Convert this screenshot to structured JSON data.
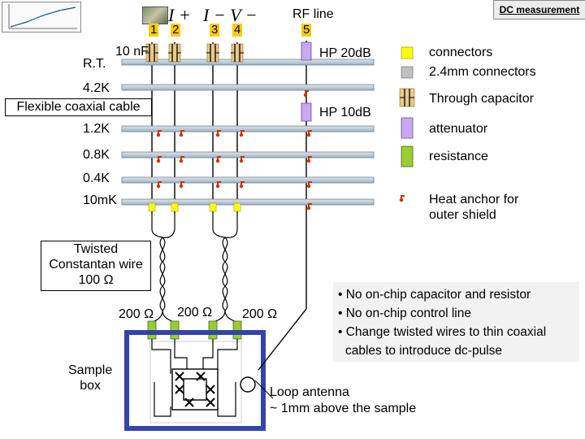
{
  "header": {
    "dc_measurement": "DC measurement",
    "rf_line": "RF line",
    "formula_i": "I +",
    "formula_iv": "I − V −",
    "line_numbers": [
      "1",
      "2",
      "3",
      "4",
      "5"
    ]
  },
  "stages": {
    "room_temp": "R.T.",
    "k42": "4.2K",
    "k12": "1.2K",
    "k08": "0.8K",
    "k04": "0.4K",
    "mk10": "10mK"
  },
  "labels": {
    "cap_value": "10 nF",
    "flex_cable": "Flexible coaxial cable",
    "hp20": "HP 20dB",
    "hp10": "HP 10dB",
    "twisted": [
      "Twisted",
      "Constantan wire",
      "100 Ω"
    ],
    "r200": "200 Ω",
    "sample_box": [
      "Sample",
      "box"
    ],
    "loop_antenna": [
      "Loop antenna",
      "~ 1mm above the sample"
    ]
  },
  "legend": [
    {
      "icon": "connector-yellow",
      "label": "connectors"
    },
    {
      "icon": "connector-gray",
      "label": "2.4mm connectors"
    },
    {
      "icon": "through-capacitor",
      "label": "Through capacitor"
    },
    {
      "icon": "attenuator",
      "label": "attenuator"
    },
    {
      "icon": "resistance",
      "label": "resistance"
    },
    {
      "icon": "heat-anchor",
      "label": "Heat anchor for outer shield"
    }
  ],
  "notes": [
    "• No on-chip capacitor and resistor",
    "• No on-chip control line",
    "• Change twisted wires to thin coaxial",
    "cables to introduce dc-pulse"
  ],
  "colors": {
    "plate": "#c7d1da",
    "plate_edge": "#6f8296",
    "connector": "#ffff00",
    "connector_gray": "#c0c0c0",
    "capacitor": "#c8a060",
    "attenuator": "#c8a8f0",
    "resistor": "#9acd32",
    "heat_anchor": "#cc3300",
    "sample_box": "#3344aa",
    "note_bg": "#f2f2f2"
  }
}
